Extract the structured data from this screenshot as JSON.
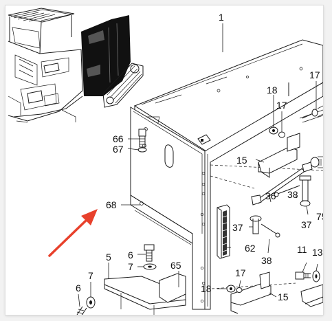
{
  "callouts": {
    "c1": "1",
    "c5": "5",
    "c6a": "6",
    "c6b": "6",
    "c7a": "7",
    "c7b": "7",
    "c11": "11",
    "c13": "13",
    "c15a": "15",
    "c15b": "15",
    "c17a": "17",
    "c17b": "17",
    "c17c": "17",
    "c18a": "18",
    "c18b": "18",
    "c36": "36",
    "c37a": "37",
    "c37b": "37",
    "c38a": "38",
    "c38b": "38",
    "c62": "62",
    "c65": "65",
    "c66": "66",
    "c67": "67",
    "c68": "68",
    "c75": "75"
  },
  "colors": {
    "pointer_arrow": "#e8412c",
    "line_art": "#1a1a1a",
    "highlight_block": "#111111",
    "background": "#ffffff"
  }
}
